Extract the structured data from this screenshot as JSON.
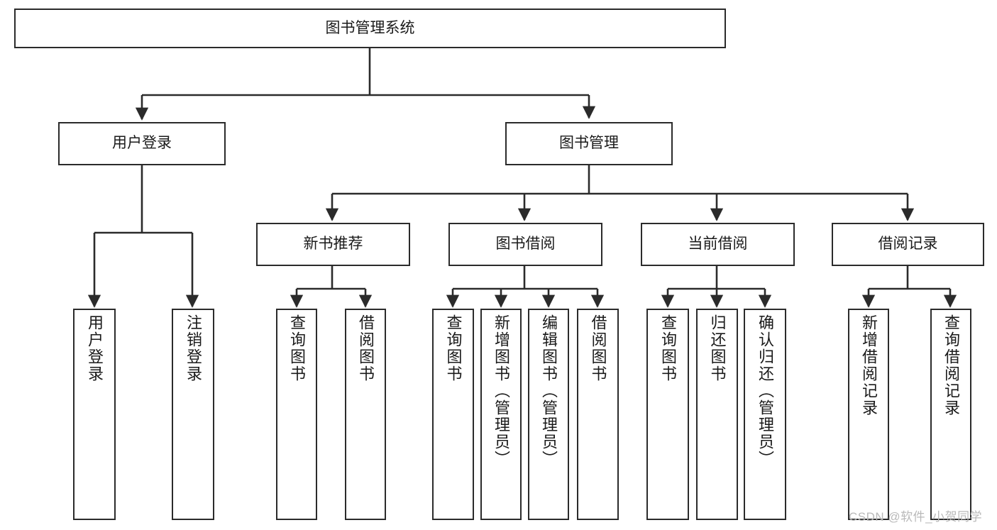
{
  "diagram": {
    "title": "图书管理系统",
    "type": "tree-hierarchy-diagram",
    "root": {
      "id": "root",
      "label": "图书管理系统"
    },
    "level1": [
      {
        "id": "user-login",
        "label": "用户登录"
      },
      {
        "id": "book-manage",
        "label": "图书管理"
      }
    ],
    "level2": [
      {
        "id": "new-book-recommend",
        "label": "新书推荐",
        "parent": "book-manage"
      },
      {
        "id": "book-borrow",
        "label": "图书借阅",
        "parent": "book-manage"
      },
      {
        "id": "current-borrow",
        "label": "当前借阅",
        "parent": "book-manage"
      },
      {
        "id": "borrow-record",
        "label": "借阅记录",
        "parent": "book-manage"
      }
    ],
    "leaves": [
      {
        "id": "leaf-user-login",
        "label": "用户登录",
        "parent": "user-login"
      },
      {
        "id": "leaf-user-logout",
        "label": "注销登录",
        "parent": "user-login"
      },
      {
        "id": "leaf-query-book-1",
        "label": "查询图书",
        "parent": "new-book-recommend"
      },
      {
        "id": "leaf-borrow-book-1",
        "label": "借阅图书",
        "parent": "new-book-recommend"
      },
      {
        "id": "leaf-query-book-2",
        "label": "查询图书",
        "parent": "book-borrow"
      },
      {
        "id": "leaf-add-book",
        "label": "新增图书（管理员）",
        "parent": "book-borrow"
      },
      {
        "id": "leaf-edit-book",
        "label": "编辑图书（管理员）",
        "parent": "book-borrow"
      },
      {
        "id": "leaf-borrow-book-2",
        "label": "借阅图书",
        "parent": "book-borrow"
      },
      {
        "id": "leaf-query-book-3",
        "label": "查询图书",
        "parent": "current-borrow"
      },
      {
        "id": "leaf-return-book",
        "label": "归还图书",
        "parent": "current-borrow"
      },
      {
        "id": "leaf-confirm-return",
        "label": "确认归还（管理员）",
        "parent": "current-borrow"
      },
      {
        "id": "leaf-add-record",
        "label": "新增借阅记录",
        "parent": "borrow-record"
      },
      {
        "id": "leaf-query-record",
        "label": "查询借阅记录",
        "parent": "borrow-record"
      }
    ],
    "watermark": "CSDN @软件_小贺同学",
    "colors": {
      "stroke": "#2b2b2b",
      "fill": "#ffffff",
      "text": "#1a1a1a",
      "watermark": "#b9b9b9"
    }
  }
}
